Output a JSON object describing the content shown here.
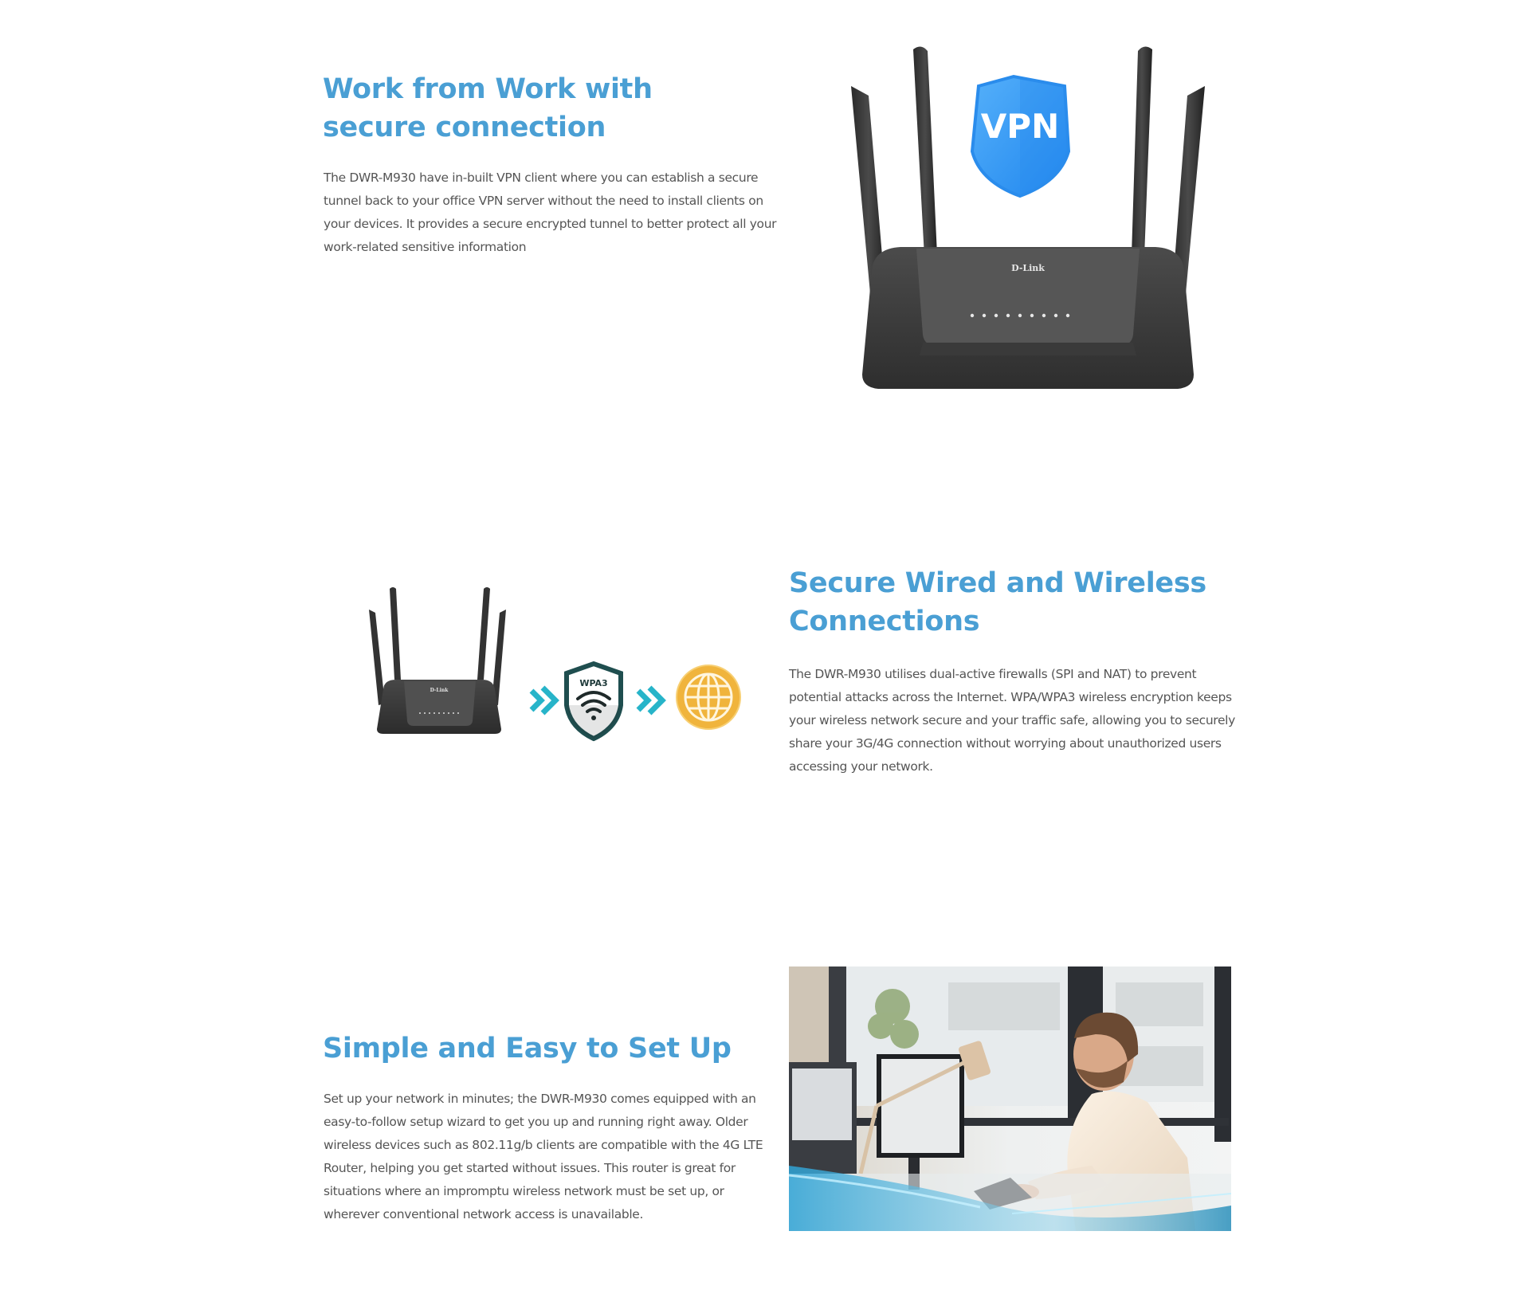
{
  "theme": {
    "heading_color": "#4a9fd4",
    "body_color": "#555555",
    "background": "#ffffff",
    "vpn_shield_color": "#3598f2",
    "wpa3_shield_color": "#1f4e4f",
    "chevron_color": "#27b4c9",
    "globe_color": "#f0b43c"
  },
  "sections": [
    {
      "title_line1": "Work from Work with",
      "title_line2": "secure connection",
      "body": "The DWR-M930 have in-built VPN client where you can establish a secure tunnel back to your office VPN server without the need to install clients on your devices. It provides a secure encrypted tunnel to better protect all your work-related sensitive information",
      "figure": {
        "type": "router-with-vpn-shield",
        "brand_label": "D-Link",
        "shield_label": "VPN"
      }
    },
    {
      "title_line1": "Secure Wired and Wireless",
      "title_line2": "Connections",
      "body": "The DWR-M930 utilises dual-active firewalls (SPI and NAT) to prevent potential attacks across the Internet. WPA/WPA3 wireless encryption keeps your wireless network secure and your traffic safe, allowing you to securely share your 3G/4G connection without worrying about unauthorized users accessing your network.",
      "figure": {
        "type": "router-to-wpa3-to-internet",
        "brand_label": "D-Link",
        "shield_label": "WPA3"
      }
    },
    {
      "title_line1": "Simple and Easy to Set Up",
      "title_line2": "",
      "body": "Set up your network in minutes; the DWR-M930 comes equipped with an easy-to-follow setup wizard to get you up and running right away. Older wireless devices such as 802.11g/b clients are compatible with the 4G LTE Router, helping you get started without issues. This router is great for situations where an impromptu wireless network must be set up, or wherever conventional network access is unavailable.",
      "figure": {
        "type": "photo",
        "description": "smiling man typing at a desk computer in a bright office"
      }
    }
  ]
}
